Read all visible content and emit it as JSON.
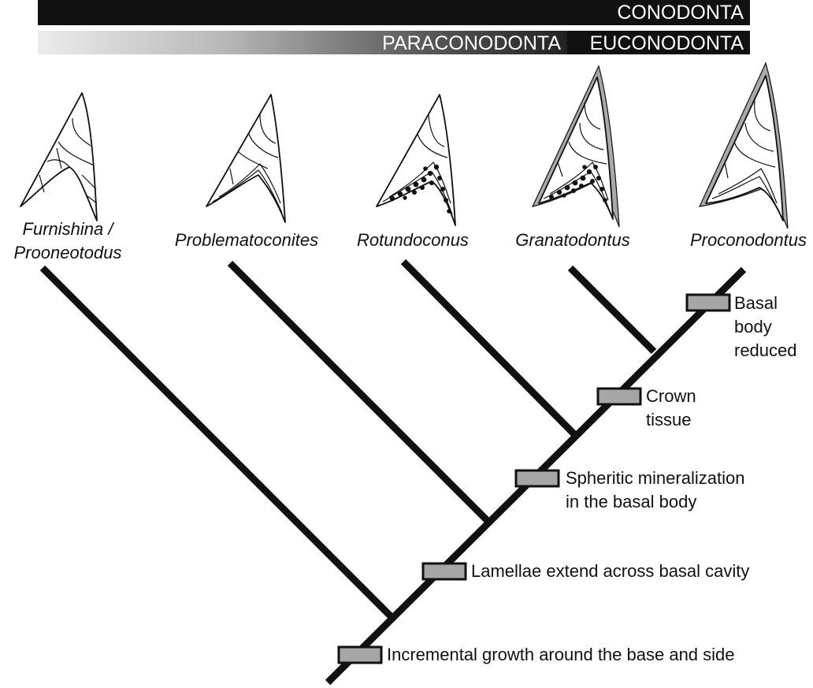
{
  "bars": {
    "conodonta": "CONODONTA",
    "paraconodonta": "PARACONODONTA",
    "euconodonta": "EUCONODONTA"
  },
  "taxa": [
    {
      "line1": "Furnishina /",
      "line2": "Prooneotodus"
    },
    {
      "line1": "Problematoconites"
    },
    {
      "line1": "Rotundoconus"
    },
    {
      "line1": "Granatodontus"
    },
    {
      "line1": "Proconodontus"
    }
  ],
  "characters": [
    {
      "lines": [
        "Basal",
        "body",
        "reduced"
      ]
    },
    {
      "lines": [
        "Crown",
        "tissue"
      ]
    },
    {
      "lines": [
        "Spheritic mineralization",
        "in the basal body"
      ]
    },
    {
      "lines": [
        "Lamellae extend across basal cavity"
      ]
    },
    {
      "lines": [
        "Incremental growth around the base and side"
      ]
    }
  ],
  "colors": {
    "bar": "#111111",
    "gradient_start": "#ebebeb",
    "character_box": "#a6a6a6",
    "crown_tissue": "#a9a9a9"
  }
}
